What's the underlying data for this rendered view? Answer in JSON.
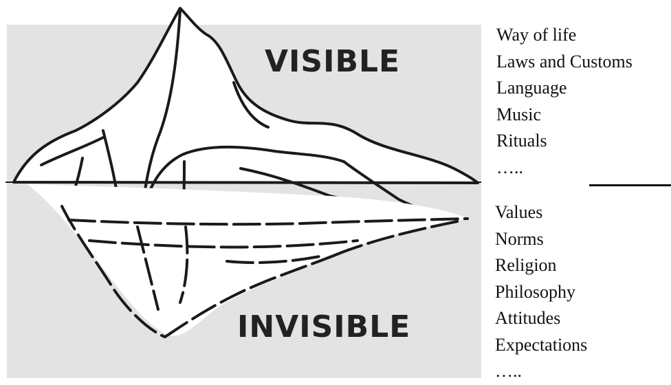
{
  "iceberg": {
    "visible_label": "VISIBLE",
    "invisible_label": "INVISIBLE",
    "colors": {
      "background": "#e3e3e3",
      "ice": "#ffffff",
      "ink": "#1a1a1a"
    }
  },
  "visible_items": [
    "Way of life",
    "Laws and Customs",
    "Language",
    "Music",
    "Rituals",
    "….."
  ],
  "invisible_items": [
    "Values",
    "Norms",
    "Religion",
    "Philosophy",
    "Attitudes",
    "Expectations",
    "….."
  ]
}
